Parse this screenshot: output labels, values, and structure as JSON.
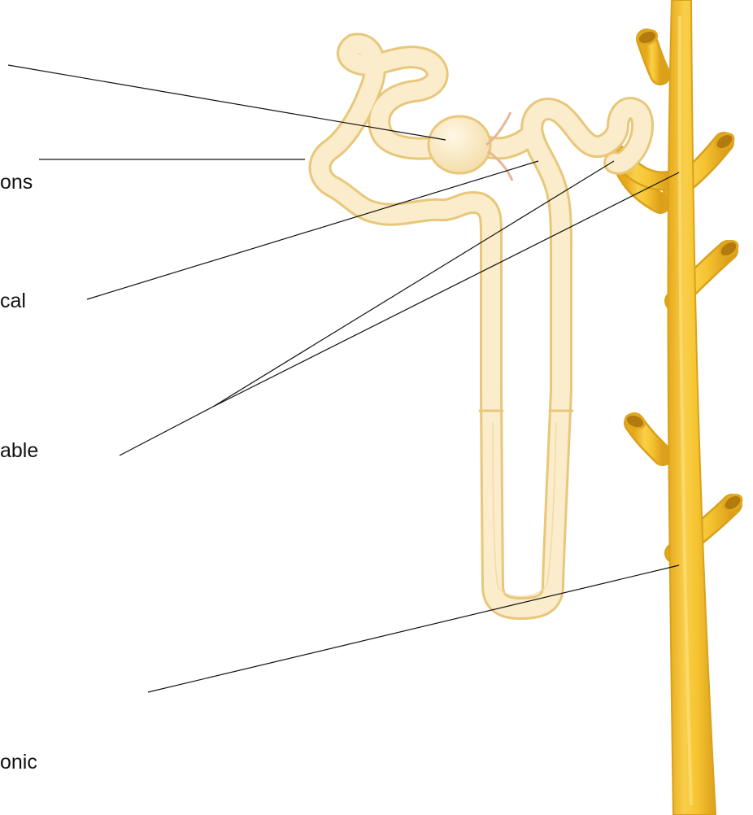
{
  "labels": [
    "ons",
    "cal",
    "able",
    "onic"
  ],
  "colors": {
    "tubule_fill": "#fbeccb",
    "tubule_outline": "#e8c77a",
    "duct_fill": "#f5c233",
    "duct_outline": "#d9a11c",
    "leader_line": "#111111"
  }
}
